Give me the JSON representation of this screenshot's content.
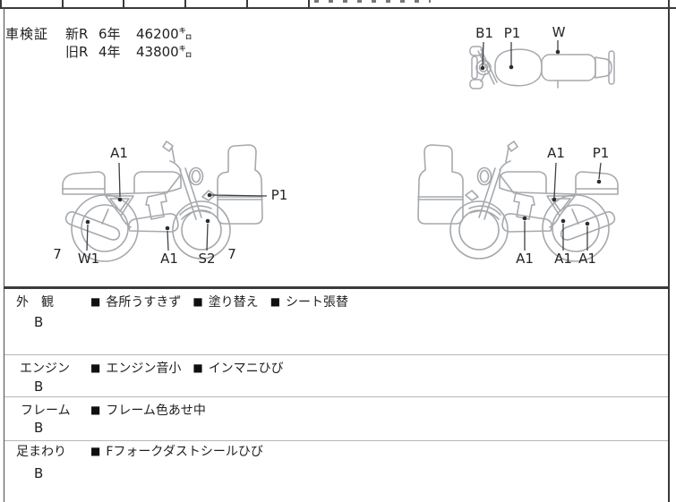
{
  "registration": {
    "title": "車検証",
    "rows": [
      {
        "era": "新R",
        "year": "6年",
        "distance": "46200㌔"
      },
      {
        "era": "旧R",
        "year": "4年",
        "distance": "43800㌔"
      }
    ]
  },
  "diagrams": {
    "top_view": {
      "labels": [
        "B1",
        "P1",
        "W"
      ]
    },
    "left_view": {
      "labels": [
        "A1",
        "P1",
        "7",
        "W1",
        "A1",
        "S2",
        "7"
      ]
    },
    "right_view": {
      "labels": [
        "A1",
        "P1",
        "A1",
        "A1",
        "A1"
      ]
    }
  },
  "sections": [
    {
      "label": "外　観",
      "grade": "B",
      "items": [
        "各所うすきず",
        "塗り替え",
        "シート張替"
      ]
    },
    {
      "label": "エンジン",
      "grade": "B",
      "items": [
        "エンジン音小",
        "インマニひび"
      ]
    },
    {
      "label": "フレーム",
      "grade": "B",
      "items": [
        "フレーム色あせ中"
      ]
    },
    {
      "label": "足まわり",
      "grade": "B",
      "items": [
        "Fフォークダストシールひび"
      ]
    }
  ],
  "marks": {
    "bullet": "■"
  },
  "colors": {
    "line_art": "#a6a9ad",
    "ink": "#1f1f1f",
    "border_dark": "#3a3a3a",
    "divider_light": "#b4b6b9"
  }
}
